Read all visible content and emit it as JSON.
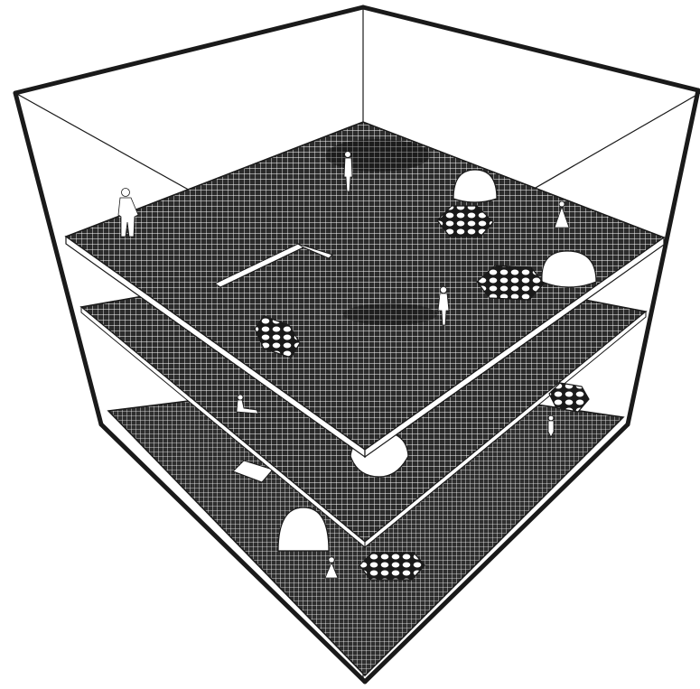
{
  "colors": {
    "background": "#ffffff",
    "ink": "#1a1a1a",
    "grid_dark": "#2b2b2b",
    "grid_line": "#ffffff",
    "figure": "#ffffff",
    "shadow": "#000000"
  },
  "diagram": {
    "kind": "axonometric-layered-grid-floors",
    "floors": [
      "top-floor",
      "middle-floor",
      "bottom-floor"
    ],
    "objects": [
      "dome",
      "hexagonal-cluster",
      "human-figure",
      "bench-wall",
      "floor-opening"
    ]
  }
}
